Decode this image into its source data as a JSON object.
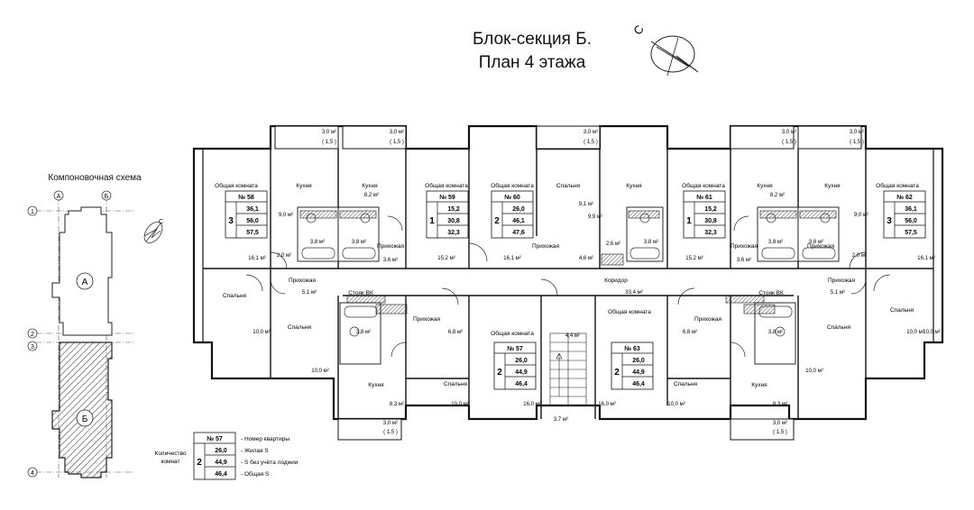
{
  "title_line1": "Блок-секция Б.",
  "title_line2": "План 4 этажа",
  "compass_letter": "С",
  "schema": {
    "title": "Компоновочная схема",
    "axis_letters": [
      "А",
      "Б"
    ],
    "axis_numbers": [
      "1",
      "2",
      "3",
      "4"
    ],
    "section_a": "А",
    "section_b": "Б",
    "compass_letter": "С"
  },
  "apartments": [
    {
      "number": "№ 58",
      "rooms": "3",
      "living": "36,1",
      "no_loggia": "56,0",
      "total": "57,5"
    },
    {
      "number": "№ 59",
      "rooms": "1",
      "living": "15,2",
      "no_loggia": "30,8",
      "total": "32,3"
    },
    {
      "number": "№ 60",
      "rooms": "2",
      "living": "26,0",
      "no_loggia": "46,1",
      "total": "47,6"
    },
    {
      "number": "№ 61",
      "rooms": "1",
      "living": "15,2",
      "no_loggia": "30,8",
      "total": "32,3"
    },
    {
      "number": "№ 62",
      "rooms": "3",
      "living": "36,1",
      "no_loggia": "56,0",
      "total": "57,5"
    },
    {
      "number": "№ 57",
      "rooms": "2",
      "living": "26,0",
      "no_loggia": "44,9",
      "total": "46,4"
    },
    {
      "number": "№ 63",
      "rooms": "2",
      "living": "26,0",
      "no_loggia": "44,9",
      "total": "46,4"
    }
  ],
  "room_labels": [
    "Общая комната",
    "Кухня",
    "Кухня",
    "Общая комната",
    "Общая комната",
    "Спальня",
    "Кухня",
    "Общая комната",
    "Кухня",
    "Кухня",
    "Общая комната",
    "Прихожая",
    "Прихожая",
    "Прихожая",
    "Прихожая",
    "Прихожая",
    "Прихожая",
    "Прихожая",
    "Прихожая",
    "Спальня",
    "Спальня",
    "Спальня",
    "Спальня",
    "Спальня",
    "Спальня",
    "Кухня",
    "Кухня",
    "Общая комната",
    "Общая комната",
    "Коридор",
    "Стояк ВК",
    "Стояк ВК"
  ],
  "area_labels": [
    "3,0 м²",
    "( 1,5 )",
    "3,0 м²",
    "( 1,5 )",
    "3,0 м²",
    "( 1,5 )",
    "3,0 м²",
    "( 1,5 )",
    "3,0 м²",
    "( 1,5 )",
    "9,0 м²",
    "8,2 м²",
    "9,1 м²",
    "9,9 м²",
    "8,2 м²",
    "9,0 м²",
    "3,8 м²",
    "3,8 м²",
    "3,8 м²",
    "3,8 м²",
    "3,8 м²",
    "16,1 м²",
    "2,0 м²",
    "3,6 м²",
    "15,2 м²",
    "16,1 м²",
    "2,6 м²",
    "4,6 м²",
    "15,2 м²",
    "3,6 м²",
    "2,0 м²",
    "16,1 м²",
    "5,1 м²",
    "33,4 м²",
    "5,1 м²",
    "10,0 м²",
    "3,8 м²",
    "6,8 м²",
    "4,4 м²",
    "6,8 м²",
    "3,8 м²",
    "10,0 м²",
    "10,0 м²",
    "10,0 м²",
    "10,0 м²",
    "16,0 м²",
    "16,0 м²",
    "10,0 м²",
    "10,0 м²",
    "8,3 м²",
    "3,7 м²",
    "8,3 м²",
    "3,0 м²",
    "( 1,5 )",
    "3,0 м²",
    "( 1,5 )"
  ],
  "legend": {
    "count_label_1": "Количество",
    "count_label_2": "комнат",
    "rooms": "2",
    "number": "№ 57",
    "living": "26,0",
    "no_loggia": "44,9",
    "total": "46,4",
    "desc_number": "- Номер квартиры",
    "desc_living": "- Жилая S",
    "desc_no_loggia": "- S без учёта лоджии",
    "desc_total": "- Общая S"
  }
}
